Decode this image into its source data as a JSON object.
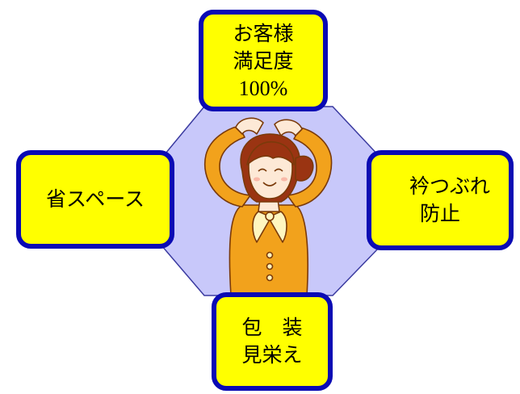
{
  "diagram": {
    "boxes": {
      "top": {
        "lines": [
          "お客様",
          "満足度",
          "100%"
        ]
      },
      "left": {
        "lines": [
          "省スペース"
        ]
      },
      "right": {
        "lines": [
          "衿つぶれ",
          "防止"
        ]
      },
      "bottom": {
        "lines": [
          "包　装",
          "見栄え"
        ]
      }
    },
    "colors": {
      "box_fill": "#ffff00",
      "box_border": "#0a0ab4",
      "center_fill": "#c8c8fa",
      "center_stroke": "#3a3aa0",
      "shirt": "#f2a21c",
      "skin": "#fde9d6",
      "hair": "#9a3412"
    },
    "icons": [
      "woman-arms-up-illustration"
    ]
  }
}
